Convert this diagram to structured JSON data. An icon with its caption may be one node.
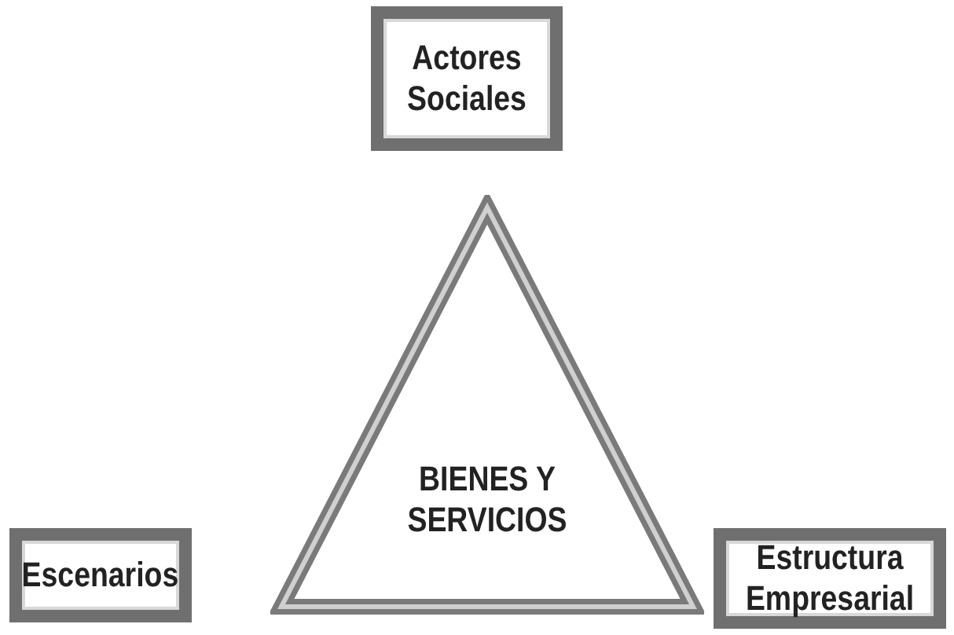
{
  "diagram": {
    "nodes": [
      {
        "text": [
          "Actores Sociales"
        ]
      },
      {
        "text": [
          "BIENES Y SERVICIOS"
        ]
      },
      {
        "text": [
          "Escenarios"
        ]
      },
      {
        "text": [
          "Estructura Empresarial"
        ]
      }
    ]
  }
}
